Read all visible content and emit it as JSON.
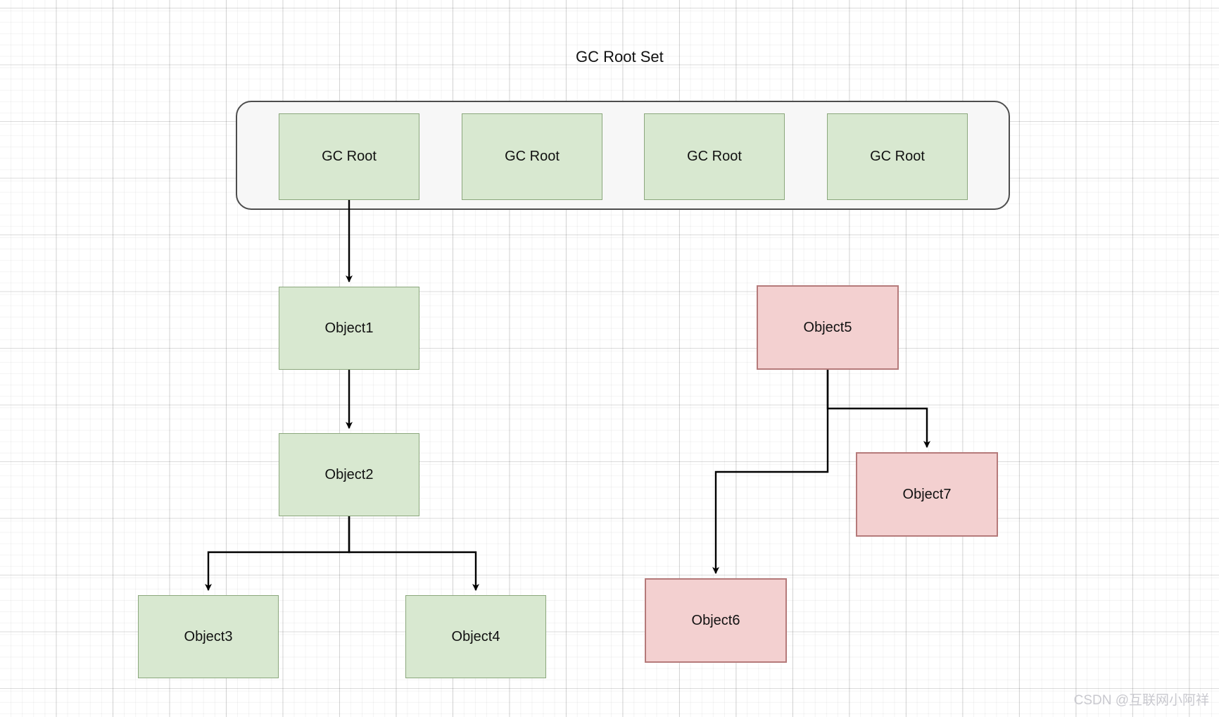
{
  "diagram": {
    "title": "GC Root Set",
    "colors": {
      "reachable_fill": "#d8e8d0",
      "reachable_stroke": "#8ba77c",
      "unreachable_fill": "#f3d0d0",
      "unreachable_stroke": "#b57a7a",
      "container_fill": "#f7f7f7",
      "container_stroke": "#4d4d4d",
      "edge_stroke": "#000000",
      "grid": "#e8e8e8"
    },
    "root_set": {
      "label": "GC Root Set",
      "roots": [
        {
          "label": "GC Root"
        },
        {
          "label": "GC Root"
        },
        {
          "label": "GC Root"
        },
        {
          "label": "GC Root"
        }
      ]
    },
    "reachable_objects": [
      {
        "id": "object1",
        "label": "Object1"
      },
      {
        "id": "object2",
        "label": "Object2"
      },
      {
        "id": "object3",
        "label": "Object3"
      },
      {
        "id": "object4",
        "label": "Object4"
      }
    ],
    "unreachable_objects": [
      {
        "id": "object5",
        "label": "Object5"
      },
      {
        "id": "object6",
        "label": "Object6"
      },
      {
        "id": "object7",
        "label": "Object7"
      }
    ],
    "edges": [
      {
        "from": "gc-root-1",
        "to": "object1"
      },
      {
        "from": "object1",
        "to": "object2"
      },
      {
        "from": "object2",
        "to": "object3"
      },
      {
        "from": "object2",
        "to": "object4"
      },
      {
        "from": "object5",
        "to": "object7"
      },
      {
        "from": "object5",
        "to": "object6"
      }
    ]
  },
  "watermark": {
    "text": "CSDN @互联网小阿祥"
  }
}
